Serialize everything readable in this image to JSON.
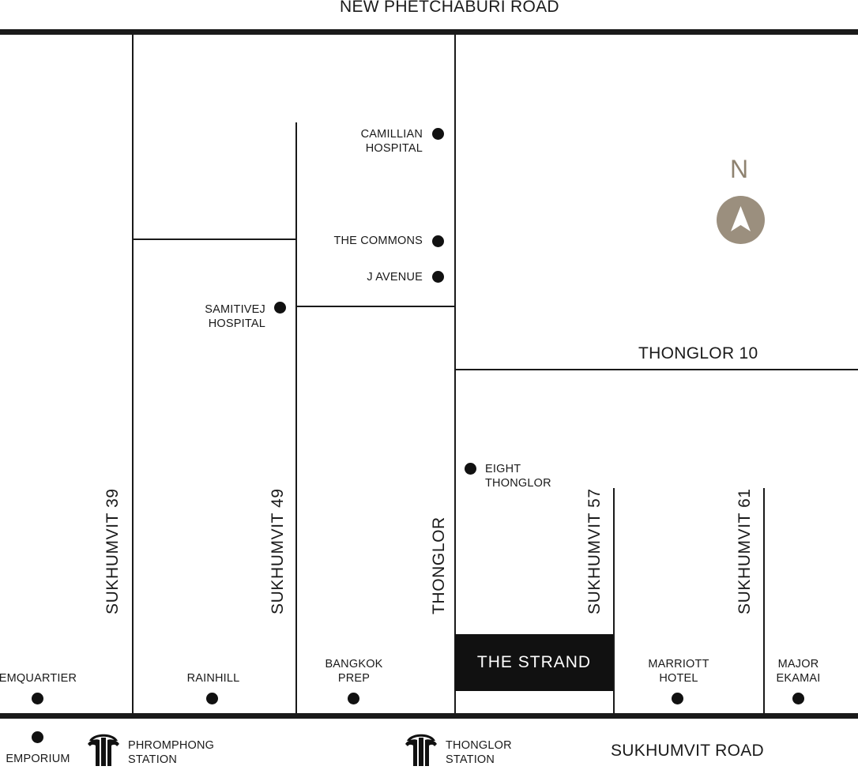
{
  "roads": {
    "north": "NEW PHETCHABURI ROAD",
    "south": "SUKHUMVIT ROAD",
    "east_west": "THONGLOR 10",
    "vertical": [
      "SUKHUMVIT 39",
      "SUKHUMVIT 49",
      "THONGLOR",
      "SUKHUMVIT 57",
      "SUKHUMVIT 61"
    ]
  },
  "highlight": {
    "label": "THE STRAND",
    "color": "#111111"
  },
  "compass": {
    "label": "N",
    "color": "#9b8f7e"
  },
  "pois": {
    "camillian": [
      "CAMILLIAN",
      "HOSPITAL"
    ],
    "commons": "THE COMMONS",
    "j_avenue": "J AVENUE",
    "samitivej": [
      "SAMITIVEJ",
      "HOSPITAL"
    ],
    "eight_thonglor": [
      "EIGHT",
      "THONGLOR"
    ],
    "emquartier": "EMQUARTIER",
    "rainhill": "RAINHILL",
    "bangkok_prep": [
      "BANGKOK",
      "PREP"
    ],
    "marriott": [
      "MARRIOTT",
      "HOTEL"
    ],
    "major_ekamai": [
      "MAJOR",
      "EKAMAI"
    ],
    "emporium": "EMPORIUM"
  },
  "stations": {
    "phromphong": [
      "PHROMPHONG",
      "STATION"
    ],
    "thonglor": [
      "THONGLOR",
      "STATION"
    ]
  }
}
